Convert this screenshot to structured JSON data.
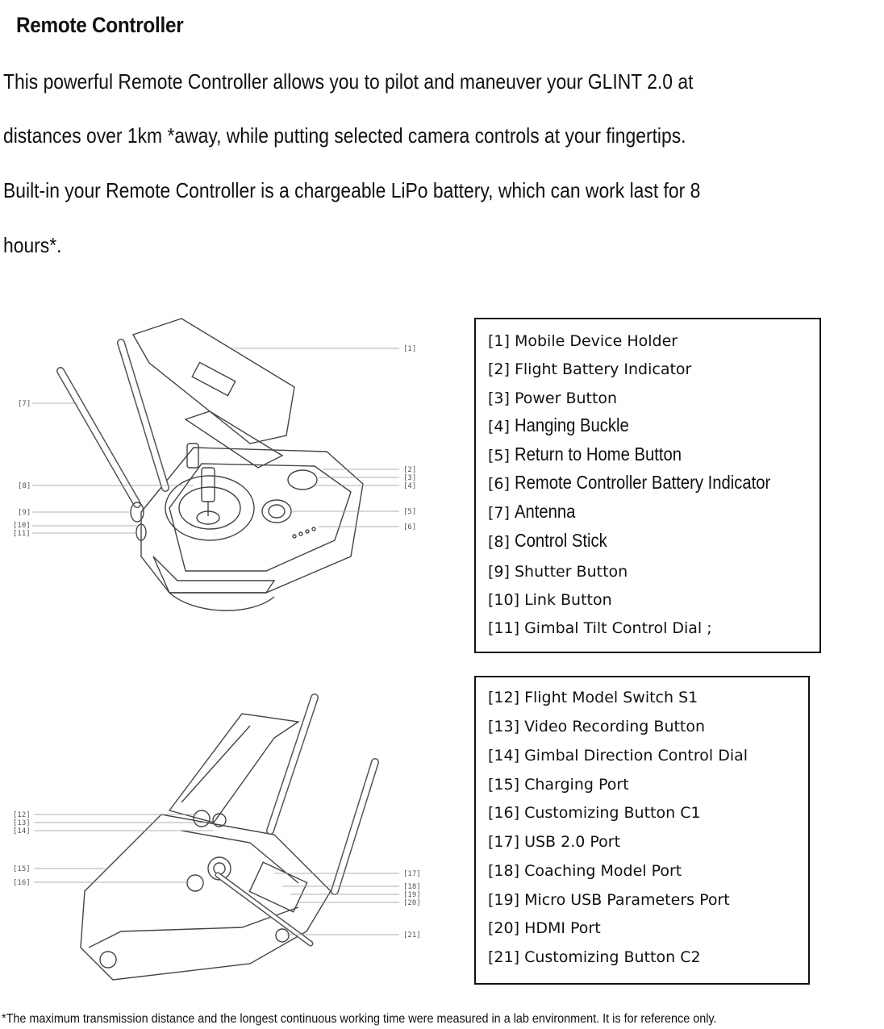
{
  "heading": "Remote Controller",
  "intro_lines": [
    "This powerful Remote Controller allows you to pilot and maneuver your GLINT 2.0 at",
    "distances over 1km *away, while putting selected camera controls at your fingertips.",
    "Built-in your Remote Controller is a chargeable LiPo battery, which can work last for 8",
    "hours*."
  ],
  "legend_top": [
    {
      "num": "[1]",
      "label": "Mobile Device Holder"
    },
    {
      "num": "[2]",
      "label": "Flight Battery Indicator"
    },
    {
      "num": "[3]",
      "label": "Power Button"
    },
    {
      "num": "[4]",
      "label": "Hanging Buckle"
    },
    {
      "num": "[5]",
      "label": "Return to Home Button"
    },
    {
      "num": "[6]",
      "label": "Remote Controller Battery Indicator"
    },
    {
      "num": "[7]",
      "label": "Antenna"
    },
    {
      "num": "[8]",
      "label": "Control Stick"
    },
    {
      "num": "[9]",
      "label": "Shutter Button"
    },
    {
      "num": "[10]",
      "label": "Link Button"
    },
    {
      "num": "[11]",
      "label": "Gimbal Tilt Control Dial ;"
    }
  ],
  "legend_bottom": [
    {
      "num": "[12]",
      "label": "Flight Model Switch S1"
    },
    {
      "num": "[13]",
      "label": "Video Recording Button"
    },
    {
      "num": "[14]",
      "label": "Gimbal Direction Control Dial"
    },
    {
      "num": "[15]",
      "label": "Charging Port"
    },
    {
      "num": "[16]",
      "label": "Customizing Button C1"
    },
    {
      "num": "[17]",
      "label": "USB 2.0 Port"
    },
    {
      "num": "[18]",
      "label": "Coaching Model Port"
    },
    {
      "num": "[19]",
      "label": "Micro USB Parameters Port"
    },
    {
      "num": "[20]",
      "label": "HDMI Port"
    },
    {
      "num": "[21]",
      "label": "Customizing Button C2"
    }
  ],
  "callouts_top": {
    "c1": "[1]",
    "c7": "[7]",
    "c8": "[8]",
    "c9": "[9]",
    "c10": "[10]",
    "c11": "[11]",
    "c2": "[2]",
    "c3": "[3]",
    "c4": "[4]",
    "c5": "[5]",
    "c6": "[6]"
  },
  "callouts_bottom": {
    "c12": "[12]",
    "c13": "[13]",
    "c14": "[14]",
    "c15": "[15]",
    "c16": "[16]",
    "c17": "[17]",
    "c18": "[18]",
    "c19": "[19]",
    "c20": "[20]",
    "c21": "[21]"
  },
  "footnote": "*The maximum transmission distance and the longest continuous working time were measured in a lab environment. It is for reference only."
}
